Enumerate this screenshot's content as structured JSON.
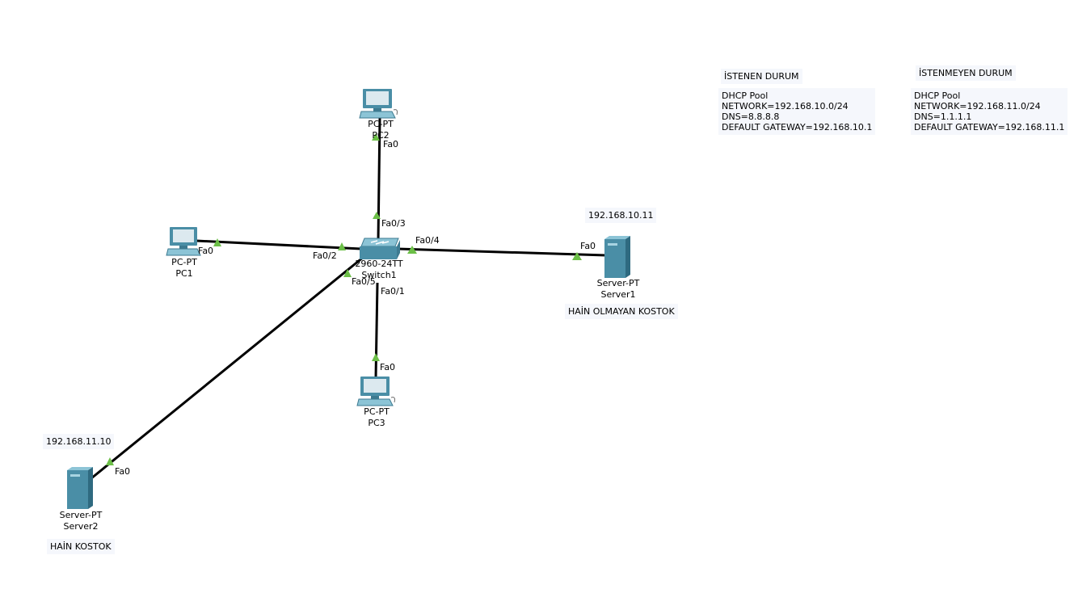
{
  "devices": {
    "pc1": {
      "type": "PC-PT",
      "name": "PC1"
    },
    "pc2": {
      "type": "PC-PT",
      "name": "PC2"
    },
    "pc3": {
      "type": "PC-PT",
      "name": "PC3"
    },
    "switch1": {
      "type": "2960-24TT",
      "name": "Switch1"
    },
    "server1": {
      "type": "Server-PT",
      "name": "Server1"
    },
    "server2": {
      "type": "Server-PT",
      "name": "Server2"
    }
  },
  "ports": {
    "pc1_fa0": "Fa0",
    "pc2_fa0": "Fa0",
    "pc3_fa0": "Fa0",
    "server1_fa0": "Fa0",
    "server2_fa0": "Fa0",
    "sw_fa0_1": "Fa0/1",
    "sw_fa0_2": "Fa0/2",
    "sw_fa0_3": "Fa0/3",
    "sw_fa0_4": "Fa0/4",
    "sw_fa0_5": "Fa0/5"
  },
  "notes": {
    "server1_ip": "192.168.10.11",
    "server2_ip": "192.168.11.10",
    "server1_tag": "HAİN OLMAYAN KOSTOK",
    "server2_tag": "HAİN KOSTOK",
    "desired_title": "İSTENEN DURUM",
    "undesired_title": "İSTENMEYEN DURUM",
    "desired_pool": [
      "DHCP Pool",
      "NETWORK=192.168.10.0/24",
      "DNS=8.8.8.8",
      "DEFAULT GATEWAY=192.168.10.1"
    ],
    "undesired_pool": [
      "DHCP Pool",
      "NETWORK=192.168.11.0/24",
      "DNS=1.1.1.1",
      "DEFAULT GATEWAY=192.168.11.1"
    ]
  },
  "colors": {
    "cable": "#000000",
    "link_up": "#6cbf47",
    "device_body": "#4a8ea6",
    "device_light": "#8cc4d6",
    "note_bg": "#f5f7fc"
  }
}
